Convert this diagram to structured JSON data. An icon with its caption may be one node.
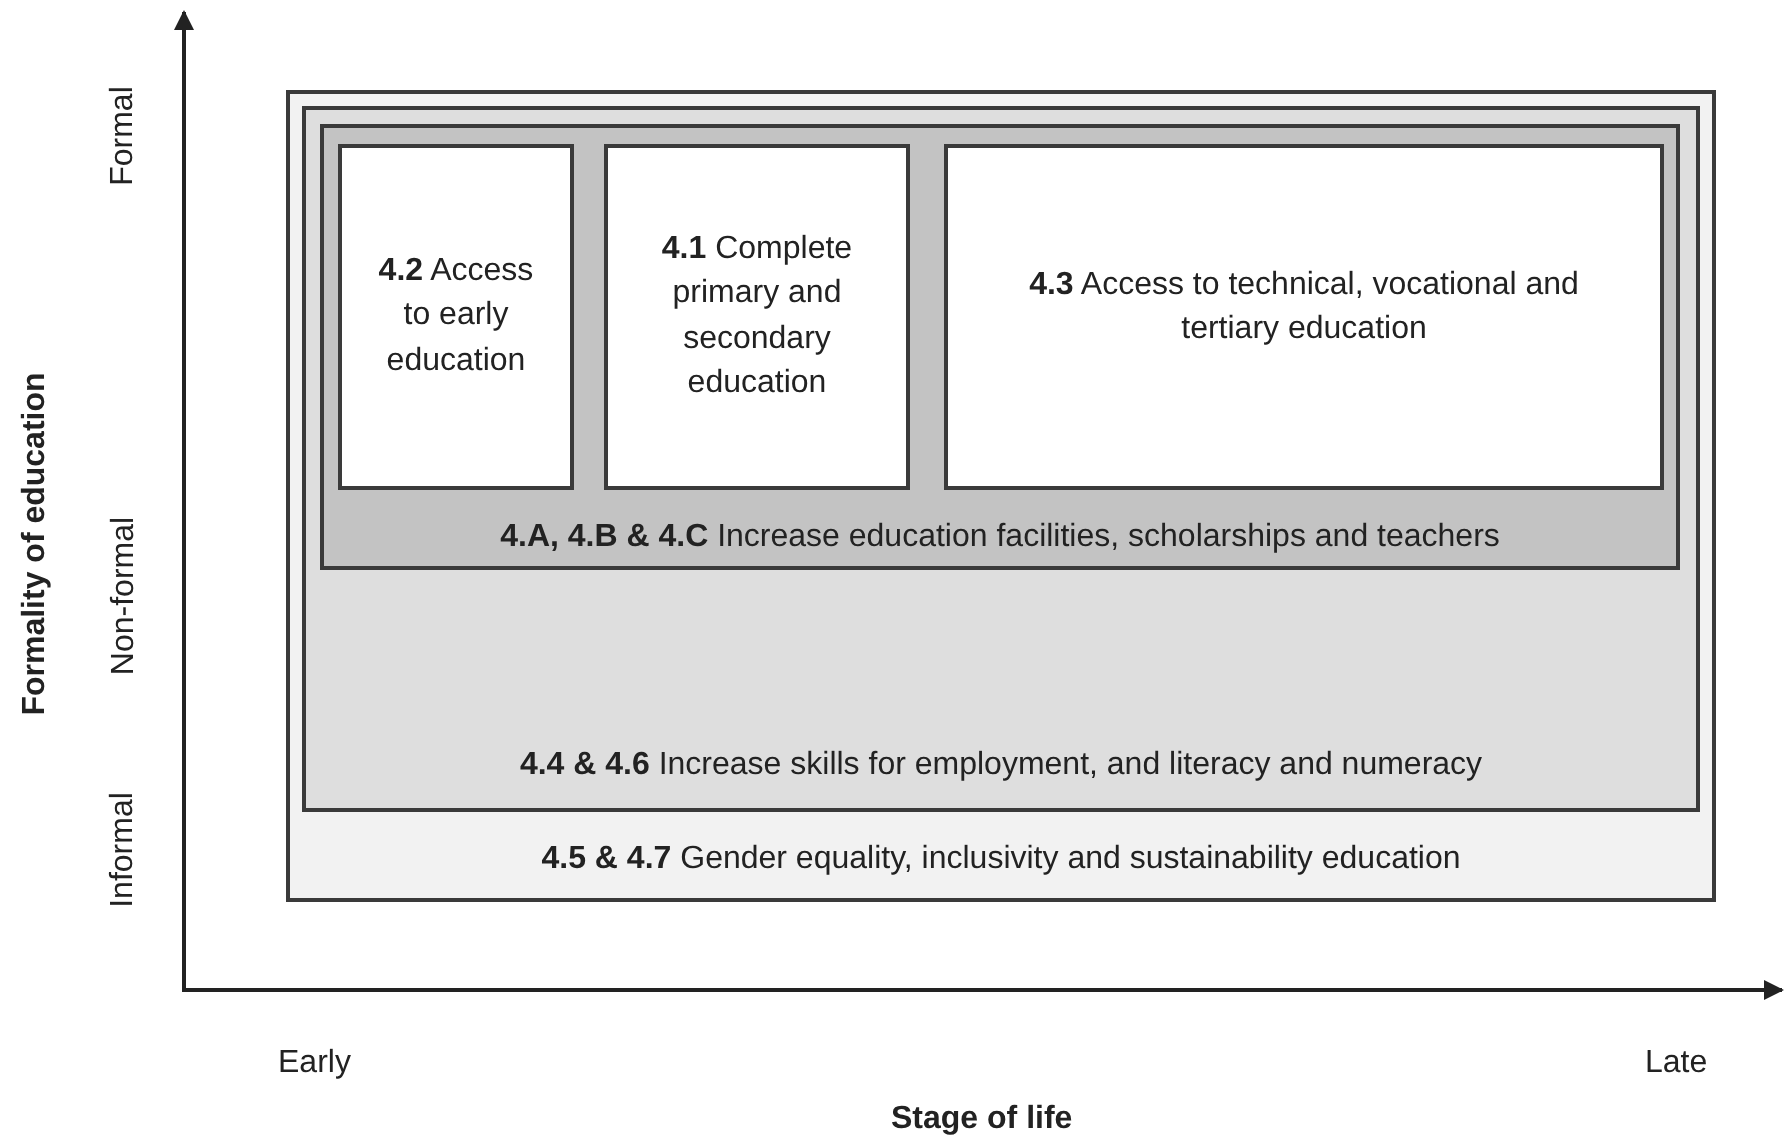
{
  "diagram": {
    "nodes": [
      {
        "text": [
          "**4.5 & 4.7** Gender equality, inclusivity and sustainability education"
        ]
      },
      {
        "text": [
          "**4.4 & 4.6** Increase skills for employment, and literacy and numeracy"
        ],
        "in": 0
      },
      {
        "text": [
          "**4.A, 4.B & 4.C** Increase education facilities, scholarships and teachers"
        ],
        "in": 1
      },
      {
        "text": [
          "**4.2** Access to early education"
        ],
        "in": 2
      },
      {
        "text": [
          "**4.1** Complete primary and secondary education"
        ],
        "in": 2
      },
      {
        "text": [
          "**4.3** Access to technical, vocational and tertiary education"
        ],
        "in": 2
      }
    ],
    "labels": [
      "Formal",
      "Formality of education",
      "Non-formal",
      "Informal",
      "Early",
      "Late",
      "Stage of life"
    ]
  }
}
